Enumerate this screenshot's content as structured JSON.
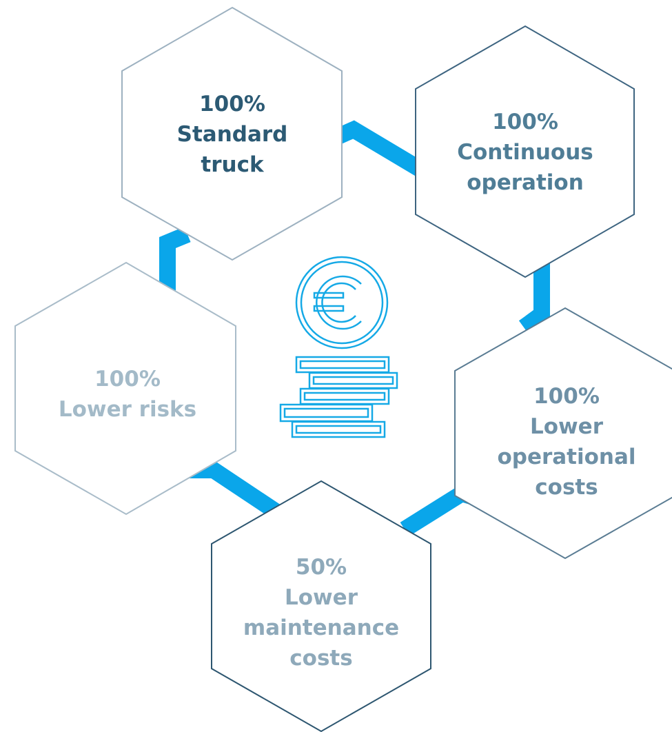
{
  "diagram": {
    "nodes": [
      {
        "id": "standard-truck",
        "lines": [
          "100%",
          "Standard",
          "truck"
        ],
        "text_color": "#2c5a74",
        "border_color": "#9db1c0"
      },
      {
        "id": "continuous-operation",
        "lines": [
          "100%",
          "Continuous",
          "operation"
        ],
        "text_color": "#4f7d96",
        "border_color": "#3d6480"
      },
      {
        "id": "lower-operational-costs",
        "lines": [
          "100%",
          "Lower",
          "operational",
          "costs"
        ],
        "text_color": "#6e90a6",
        "border_color": "#5a7c93"
      },
      {
        "id": "lower-maintenance-costs",
        "lines": [
          "50%",
          "Lower",
          "maintenance",
          "costs"
        ],
        "text_color": "#8ea9ba",
        "border_color": "#2d5670"
      },
      {
        "id": "lower-risks",
        "lines": [
          "100%",
          "Lower risks"
        ],
        "text_color": "#a3bac8",
        "border_color": "#a9bcc9"
      }
    ],
    "connector_color": "#0aa6ea",
    "center_icon": "euro-coin-stack-icon",
    "icon_color": "#15a9e6"
  }
}
